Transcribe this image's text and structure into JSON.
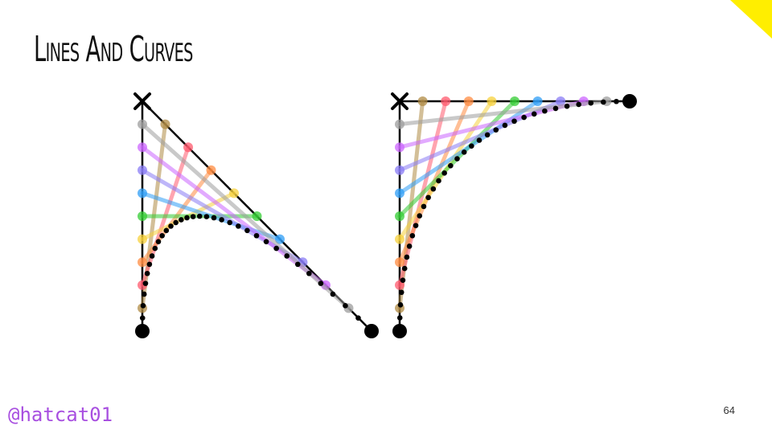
{
  "slide": {
    "title": "Lines And Curves",
    "handle": "@hatcat01",
    "page_number": "64",
    "accent_color": "#ffee00",
    "handle_color": "#a84fe0"
  },
  "diagrams": [
    {
      "id": "left",
      "kind": "quadratic-bezier",
      "start_marker": "filled-circle",
      "control_marker": "x-mark",
      "end_marker": "filled-circle",
      "steps": 10
    },
    {
      "id": "right",
      "kind": "quadratic-bezier",
      "start_marker": "filled-circle",
      "control_marker": "x-mark",
      "end_marker": "filled-circle",
      "steps": 10
    }
  ],
  "colors": {
    "hull": "#000000",
    "curve_dots": "#000000",
    "string_palette": [
      "#9e9e9e",
      "#cc66ff",
      "#8a7cf5",
      "#2f9df6",
      "#33cc33",
      "#f7d23e",
      "#ff8c42",
      "#ff5a6e",
      "#b08b44"
    ]
  }
}
